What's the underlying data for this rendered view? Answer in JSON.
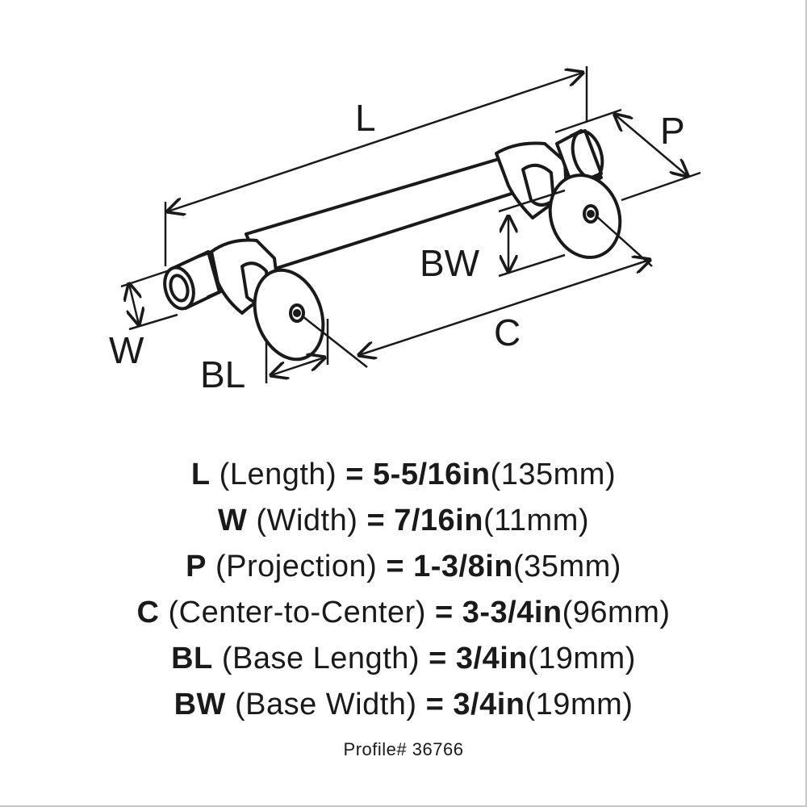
{
  "diagram": {
    "labels": {
      "L": "L",
      "P": "P",
      "BW": "BW",
      "C": "C",
      "W": "W",
      "BL": "BL"
    }
  },
  "specs": [
    {
      "abbr": "L",
      "name": "(Length)",
      "eq": "=",
      "imperial": "5-5/16in",
      "metric": "(135mm)"
    },
    {
      "abbr": "W",
      "name": "(Width)",
      "eq": "=",
      "imperial": "7/16in",
      "metric": "(11mm)"
    },
    {
      "abbr": "P",
      "name": "(Projection)",
      "eq": "=",
      "imperial": "1-3/8in",
      "metric": "(35mm)"
    },
    {
      "abbr": "C",
      "name": "(Center-to-Center)",
      "eq": "=",
      "imperial": "3-3/4in",
      "metric": "(96mm)"
    },
    {
      "abbr": "BL",
      "name": "(Base Length)",
      "eq": "=",
      "imperial": "3/4in",
      "metric": "(19mm)"
    },
    {
      "abbr": "BW",
      "name": "(Base Width)",
      "eq": "=",
      "imperial": "3/4in",
      "metric": "(19mm)"
    }
  ],
  "footer": {
    "profile": "Profile# 36766"
  },
  "colors": {
    "line": "#1a1a1a",
    "background": "#ffffff"
  }
}
